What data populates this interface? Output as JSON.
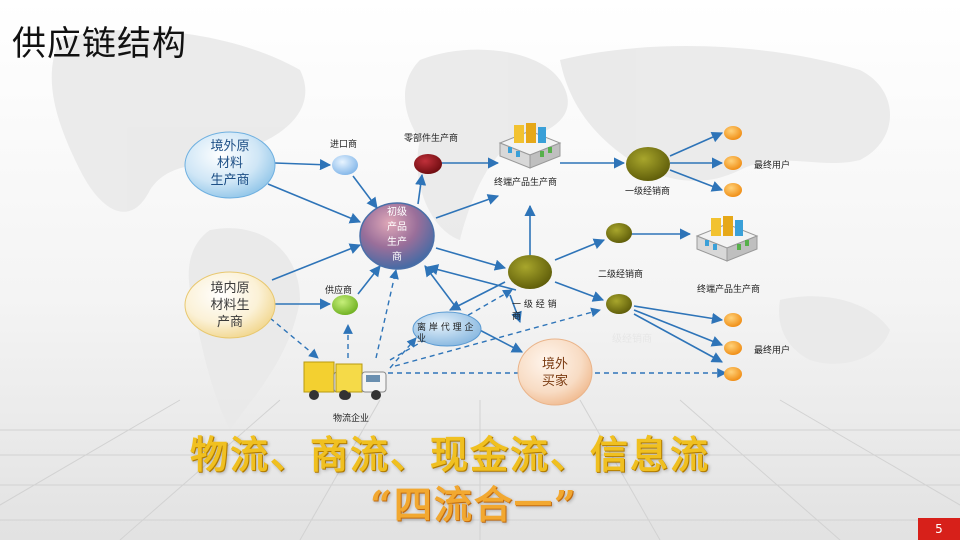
{
  "title": "供应链结构",
  "nodes": {
    "overseas_raw": [
      "境外原",
      "材料",
      "生产商"
    ],
    "domestic_raw": [
      "境内原",
      "材料生",
      "产商"
    ],
    "importer": "进口商",
    "parts_maker": "零部件生产商",
    "terminal_maker_top": "终端产品生产商",
    "primary_maker": [
      "初级",
      "产品",
      "生产",
      "商"
    ],
    "supplier": "供应商",
    "first_dealer_top": "一级经销商",
    "first_dealer_mid": "一 级 经 销 商",
    "second_dealer": "二级经销商",
    "second_dealer_faded": "级经销商",
    "offshore_agent": "离 岸 代 理 企 业",
    "overseas_buyer": [
      "境外",
      "买家"
    ],
    "logistics": "物流企业",
    "terminal_maker_right": "终端产品生产商",
    "end_user_top": "最终用户",
    "end_user_bottom": "最终用户"
  },
  "slogan_line1": "物流、商流、现金流、信息流",
  "slogan_line2": "“四流合一”",
  "page_number": "5",
  "colors": {
    "arrow": "#2e74b8",
    "accent_red": "#d7201a",
    "orange_dot": "#f39a1c",
    "olive": "#7c7a0f",
    "dark_red": "#8a0f12"
  }
}
